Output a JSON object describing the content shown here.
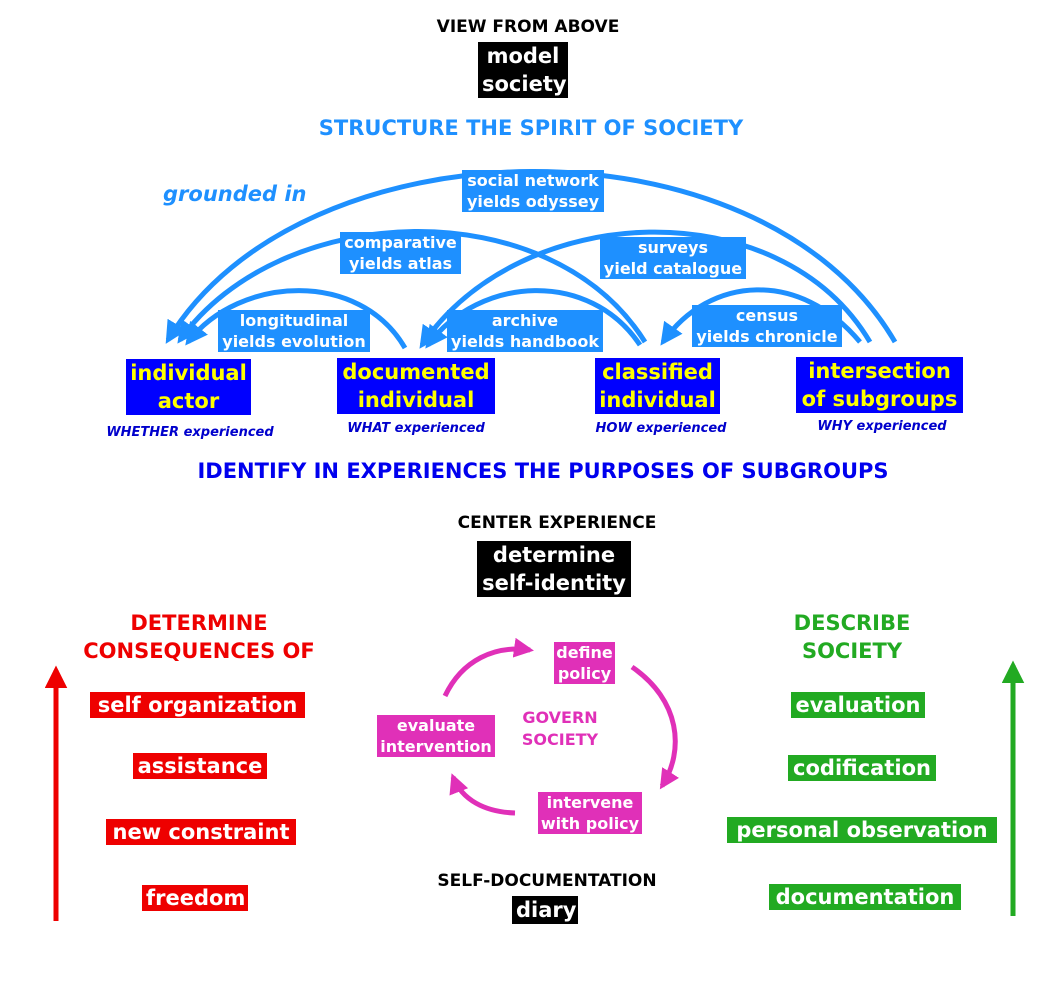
{
  "top": {
    "label": "VIEW FROM ABOVE",
    "box": "model\nsociety"
  },
  "structure_heading": "STRUCTURE THE SPIRIT OF SOCIETY",
  "grounded_label": "grounded in",
  "methods": {
    "social_network": "social network\nyields odyssey",
    "comparative": "comparative\nyields atlas",
    "surveys": "surveys\nyield catalogue",
    "longitudinal": "longitudinal\nyields evolution",
    "archive": "archive\nyields handbook",
    "census": "census\nyields chronicle"
  },
  "nodes": [
    {
      "label": "individual\nactor",
      "sub": "WHETHER experienced"
    },
    {
      "label": "documented\nindividual",
      "sub": "WHAT experienced"
    },
    {
      "label": "classified\nindividual",
      "sub": "HOW experienced"
    },
    {
      "label": "intersection\nof subgroups",
      "sub": "WHY experienced"
    }
  ],
  "identify_heading": "IDENTIFY IN EXPERIENCES THE PURPOSES OF SUBGROUPS",
  "center": {
    "label": "CENTER EXPERIENCE",
    "box": "determine\nself-identity"
  },
  "left": {
    "heading": "DETERMINE\nCONSEQUENCES OF",
    "items": [
      "self organization",
      "assistance",
      "new constraint",
      "freedom"
    ]
  },
  "right": {
    "heading": "DESCRIBE\nSOCIETY",
    "items": [
      "evaluation",
      "codification",
      "personal observation",
      "documentation"
    ]
  },
  "cycle": {
    "center": "GOVERN\nSOCIETY",
    "define": "define\npolicy",
    "intervene": "intervene\nwith policy",
    "evaluate": "evaluate\nintervention"
  },
  "bottom": {
    "label": "SELF-DOCUMENTATION",
    "box": "diary"
  },
  "colors": {
    "blue": "#1e90ff",
    "dark_blue": "#0000ff",
    "red": "#ee0000",
    "green": "#22aa22",
    "pink": "#e030b8"
  }
}
